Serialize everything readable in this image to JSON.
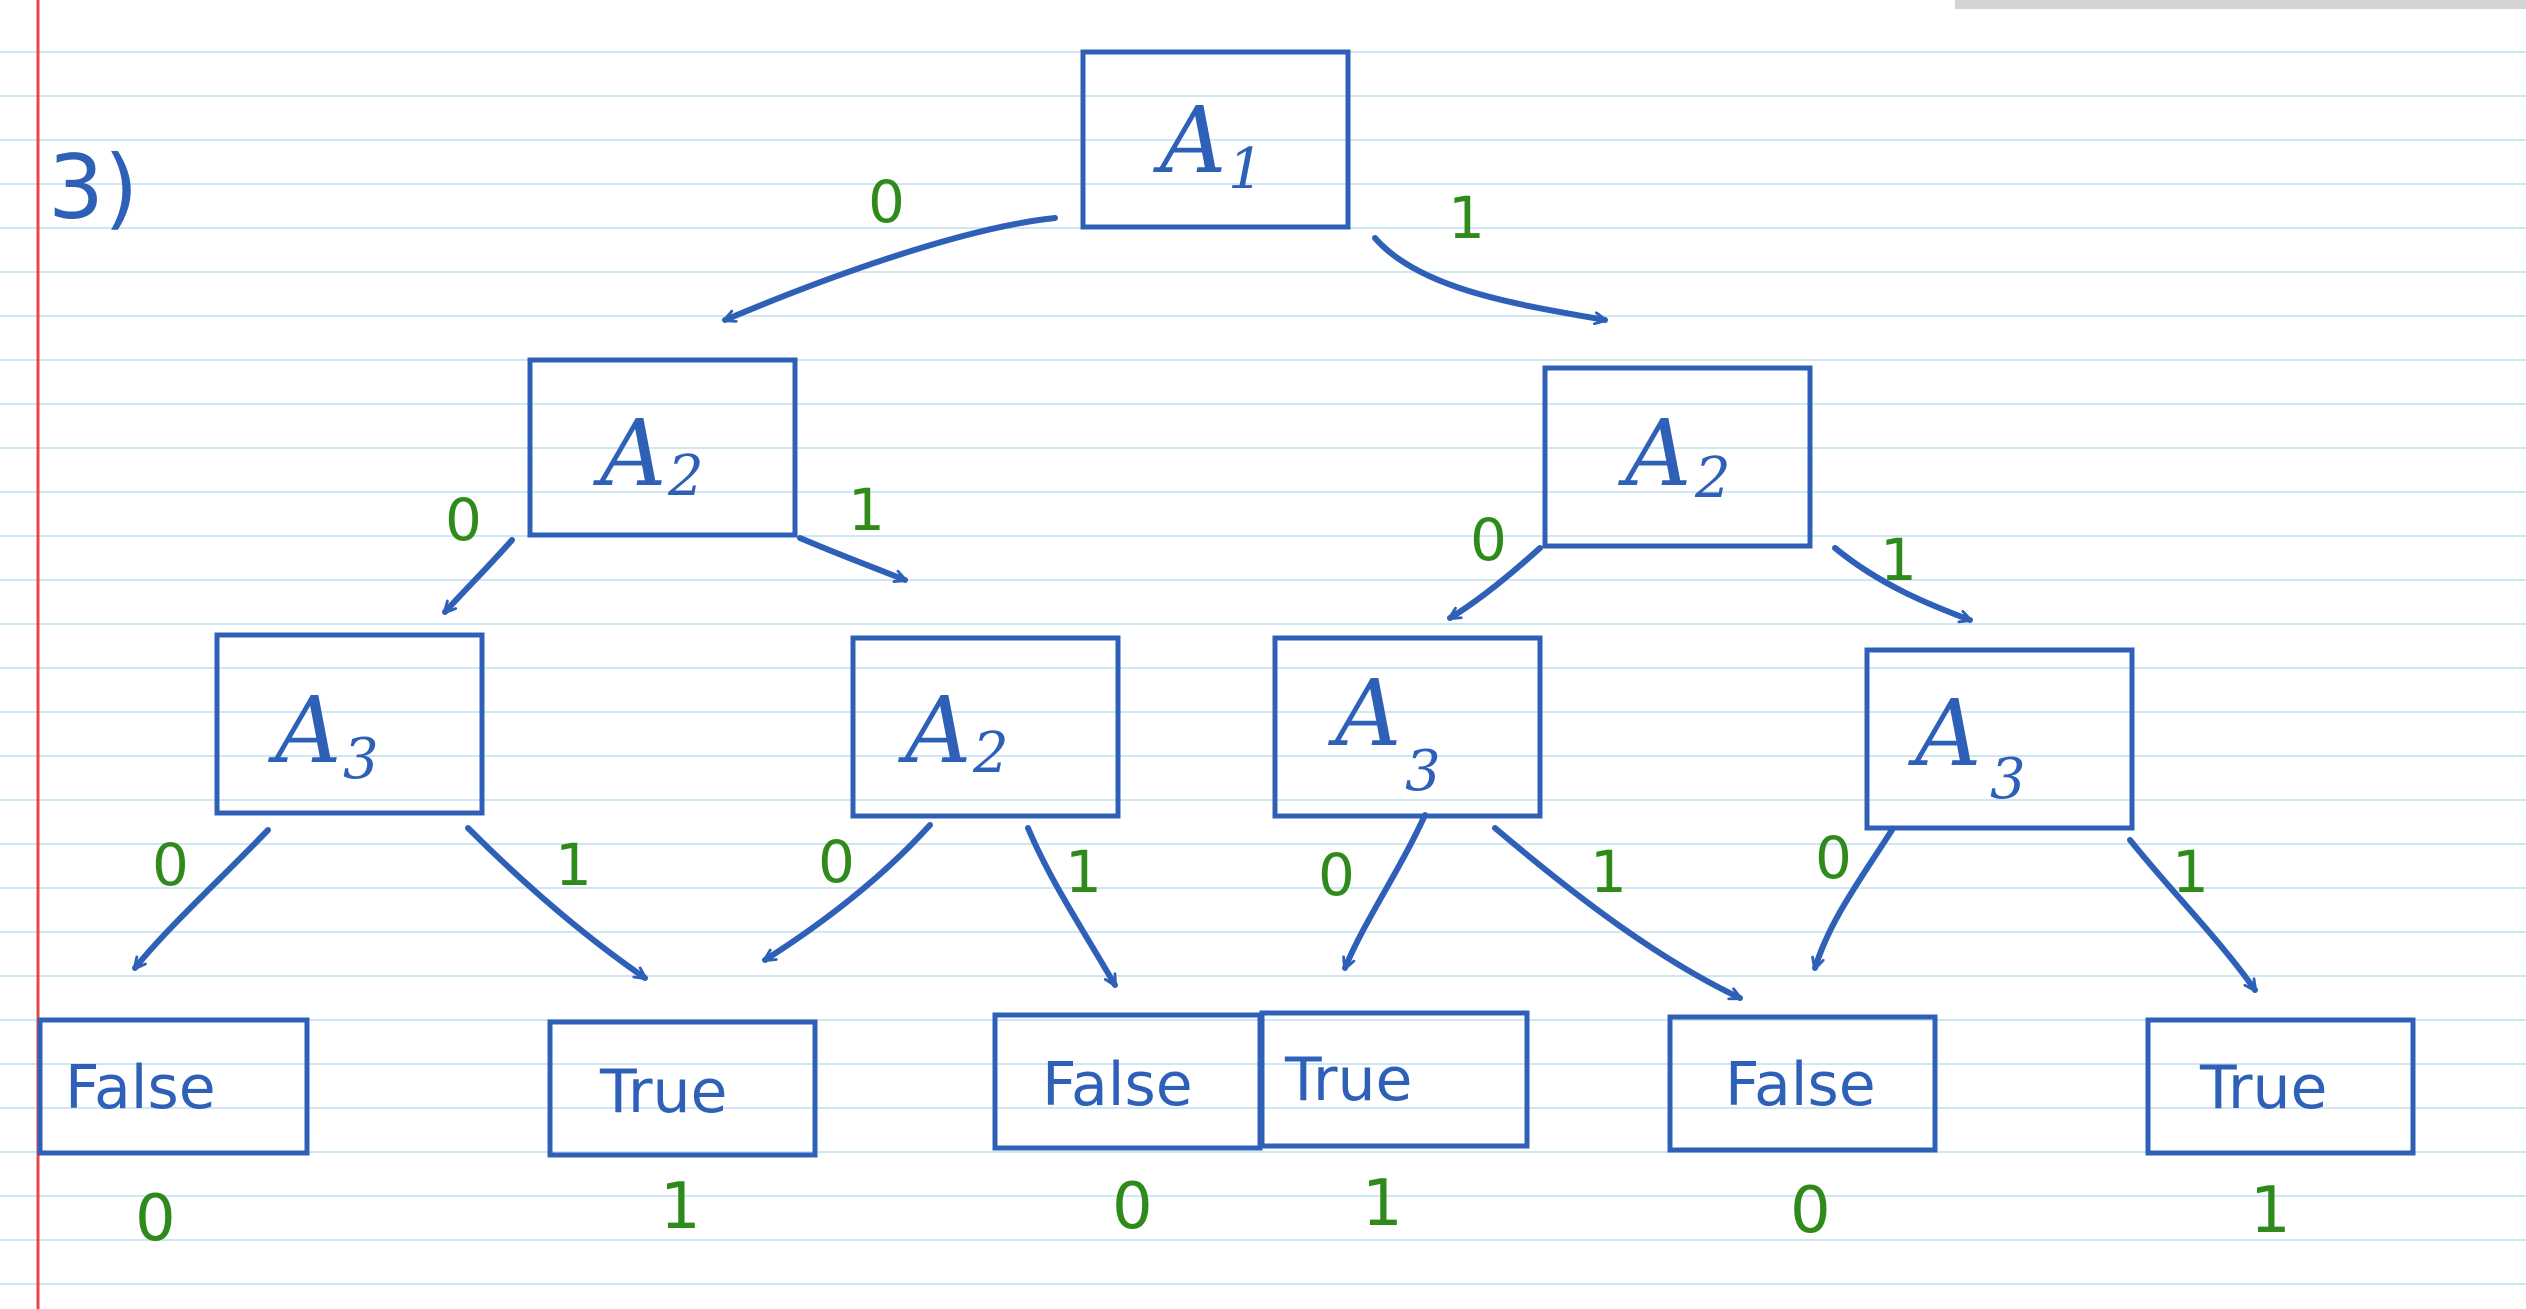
{
  "problem_number": "3)",
  "colors": {
    "ink_blue": "#2f60b8",
    "ink_green": "#2f8a1c",
    "ruled_line": "#cfe6f3",
    "margin_line": "#e8454a"
  },
  "tree": {
    "root": {
      "label": "A",
      "sub": "1"
    },
    "level1": [
      {
        "label": "A",
        "sub": "2"
      },
      {
        "label": "A",
        "sub": "2"
      }
    ],
    "level2": [
      {
        "label": "A",
        "sub": "3"
      },
      {
        "label": "A",
        "sub": "2"
      },
      {
        "label": "A",
        "sub": "3"
      },
      {
        "label": "A",
        "sub": "3"
      }
    ],
    "leaves": [
      {
        "label": "False",
        "value": "0"
      },
      {
        "label": "True",
        "value": "1"
      },
      {
        "label": "False",
        "value": "0"
      },
      {
        "label": "True",
        "value": "1"
      },
      {
        "label": "False",
        "value": "0"
      },
      {
        "label": "True",
        "value": "1"
      }
    ],
    "edges": [
      {
        "label": "0"
      },
      {
        "label": "1"
      },
      {
        "label": "0"
      },
      {
        "label": "1"
      },
      {
        "label": "0"
      },
      {
        "label": "1"
      },
      {
        "label": "0"
      },
      {
        "label": "1"
      },
      {
        "label": "0"
      },
      {
        "label": "1"
      },
      {
        "label": "0"
      },
      {
        "label": "1"
      },
      {
        "label": "0"
      },
      {
        "label": "1"
      }
    ]
  }
}
